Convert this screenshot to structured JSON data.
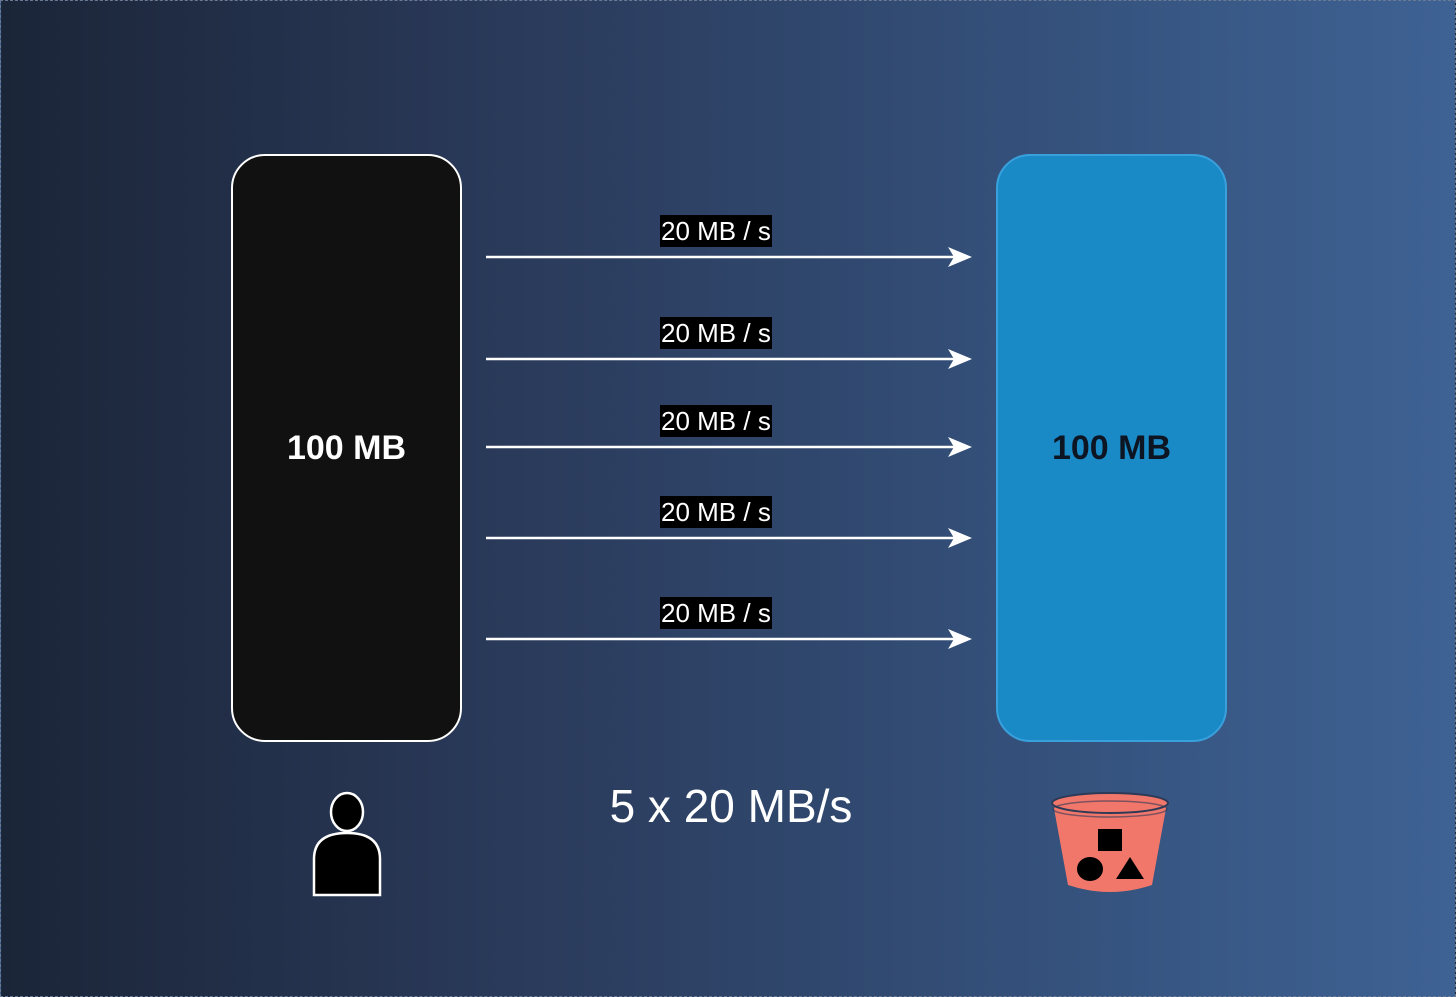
{
  "source": {
    "label": "100 MB",
    "icon": "person-icon"
  },
  "destination": {
    "label": "100 MB",
    "icon": "bucket-icon"
  },
  "streams": [
    {
      "label": "20 MB / s"
    },
    {
      "label": "20 MB / s"
    },
    {
      "label": "20 MB / s"
    },
    {
      "label": "20 MB / s"
    },
    {
      "label": "20 MB / s"
    }
  ],
  "total": {
    "label": "5 x 20 MB/s"
  },
  "colors": {
    "source_fill": "#111111",
    "destination_fill": "#1a8ac6",
    "bucket_fill": "#f2776b",
    "arrow": "#ffffff"
  }
}
